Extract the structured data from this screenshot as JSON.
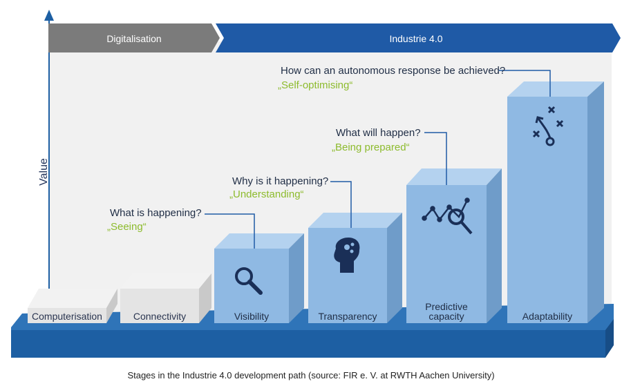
{
  "axis": {
    "y_label": "Value"
  },
  "phases": [
    {
      "label": "Digitalisation",
      "color": "#7b7b7b"
    },
    {
      "label": "Industrie 4.0",
      "color": "#1f5aa6"
    }
  ],
  "stages": [
    {
      "label": "Computerisation",
      "phase": "Digitalisation",
      "question": "",
      "answer": "",
      "icon": ""
    },
    {
      "label": "Connectivity",
      "phase": "Digitalisation",
      "question": "",
      "answer": "",
      "icon": ""
    },
    {
      "label": "Visibility",
      "phase": "Industrie 4.0",
      "question": "What is happening?",
      "answer": "„Seeing“",
      "icon": "magnifier-icon"
    },
    {
      "label": "Transparency",
      "phase": "Industrie 4.0",
      "question": "Why is it happening?",
      "answer": "„Understanding“",
      "icon": "head-gears-icon"
    },
    {
      "label": "Predictive capacity",
      "label_lines": [
        "Predictive",
        "capacity"
      ],
      "phase": "Industrie 4.0",
      "question": "What will happen?",
      "answer": "„Being prepared“",
      "icon": "chart-analysis-icon"
    },
    {
      "label": "Adaptability",
      "phase": "Industrie 4.0",
      "question": "How can an autonomous response be achieved?",
      "answer": "„Self-optimising“",
      "icon": "strategy-play-icon"
    }
  ],
  "caption": "Stages in the Industrie 4.0 development path (source: FIR e. V. at RWTH Aachen University)",
  "colors": {
    "base": "#1d5fa3",
    "bar_front": "#8fb9e3",
    "bar_top": "#b4d2ef",
    "bar_side": "#6f9cc9",
    "grey_front": "#e4e4e4",
    "grey_top": "#f2f2f2",
    "grey_side": "#c9c9c9",
    "answer": "#8dbb2d",
    "icon": "#1a2f57"
  }
}
